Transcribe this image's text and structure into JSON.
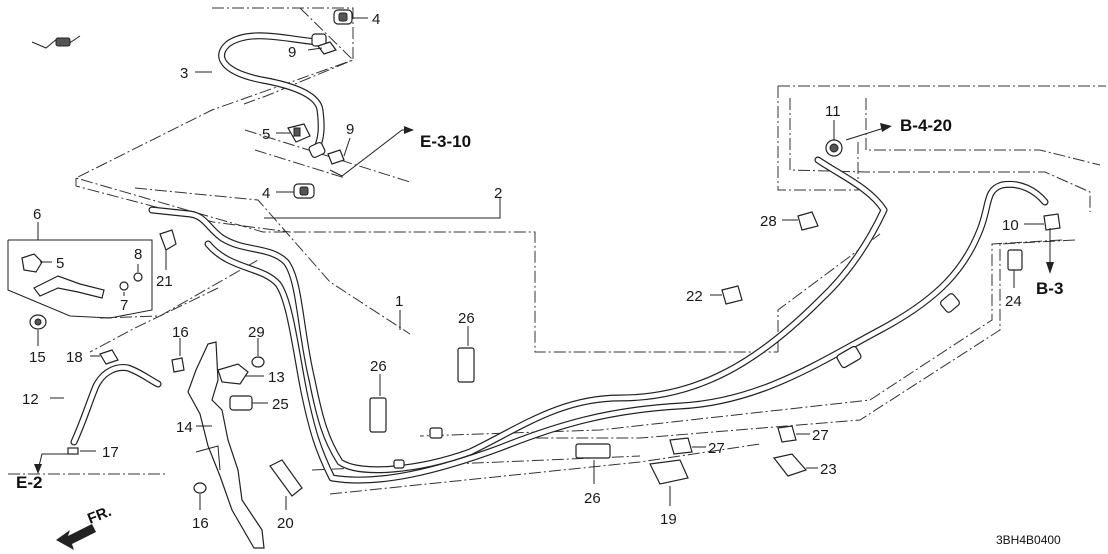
{
  "diagram": {
    "diagram_code": "3BH4B0400",
    "front_label": "FR.",
    "callouts": [
      {
        "id": "c4a",
        "label": "4"
      },
      {
        "id": "c9a",
        "label": "9"
      },
      {
        "id": "c3",
        "label": "3"
      },
      {
        "id": "c5a",
        "label": "5"
      },
      {
        "id": "c9b",
        "label": "9"
      },
      {
        "id": "c4b",
        "label": "4"
      },
      {
        "id": "c6",
        "label": "6"
      },
      {
        "id": "c5b",
        "label": "5"
      },
      {
        "id": "c8",
        "label": "8"
      },
      {
        "id": "c7",
        "label": "7"
      },
      {
        "id": "c21",
        "label": "21"
      },
      {
        "id": "c15",
        "label": "15"
      },
      {
        "id": "c2",
        "label": "2"
      },
      {
        "id": "c1",
        "label": "1"
      },
      {
        "id": "c16a",
        "label": "16"
      },
      {
        "id": "c29",
        "label": "29"
      },
      {
        "id": "c18",
        "label": "18"
      },
      {
        "id": "c13",
        "label": "13"
      },
      {
        "id": "c12",
        "label": "12"
      },
      {
        "id": "c25",
        "label": "25"
      },
      {
        "id": "c14",
        "label": "14"
      },
      {
        "id": "c17",
        "label": "17"
      },
      {
        "id": "c16b",
        "label": "16"
      },
      {
        "id": "c20",
        "label": "20"
      },
      {
        "id": "c26a",
        "label": "26"
      },
      {
        "id": "c26b",
        "label": "26"
      },
      {
        "id": "c26c",
        "label": "26"
      },
      {
        "id": "c19",
        "label": "19"
      },
      {
        "id": "c27a",
        "label": "27"
      },
      {
        "id": "c27b",
        "label": "27"
      },
      {
        "id": "c23",
        "label": "23"
      },
      {
        "id": "c22",
        "label": "22"
      },
      {
        "id": "c28",
        "label": "28"
      },
      {
        "id": "c11",
        "label": "11"
      },
      {
        "id": "c10",
        "label": "10"
      },
      {
        "id": "c24",
        "label": "24"
      }
    ],
    "references": [
      {
        "id": "rE310",
        "label": "E-3-10"
      },
      {
        "id": "rB420",
        "label": "B-4-20"
      },
      {
        "id": "rB3",
        "label": "B-3"
      },
      {
        "id": "rE2",
        "label": "E-2"
      }
    ]
  }
}
